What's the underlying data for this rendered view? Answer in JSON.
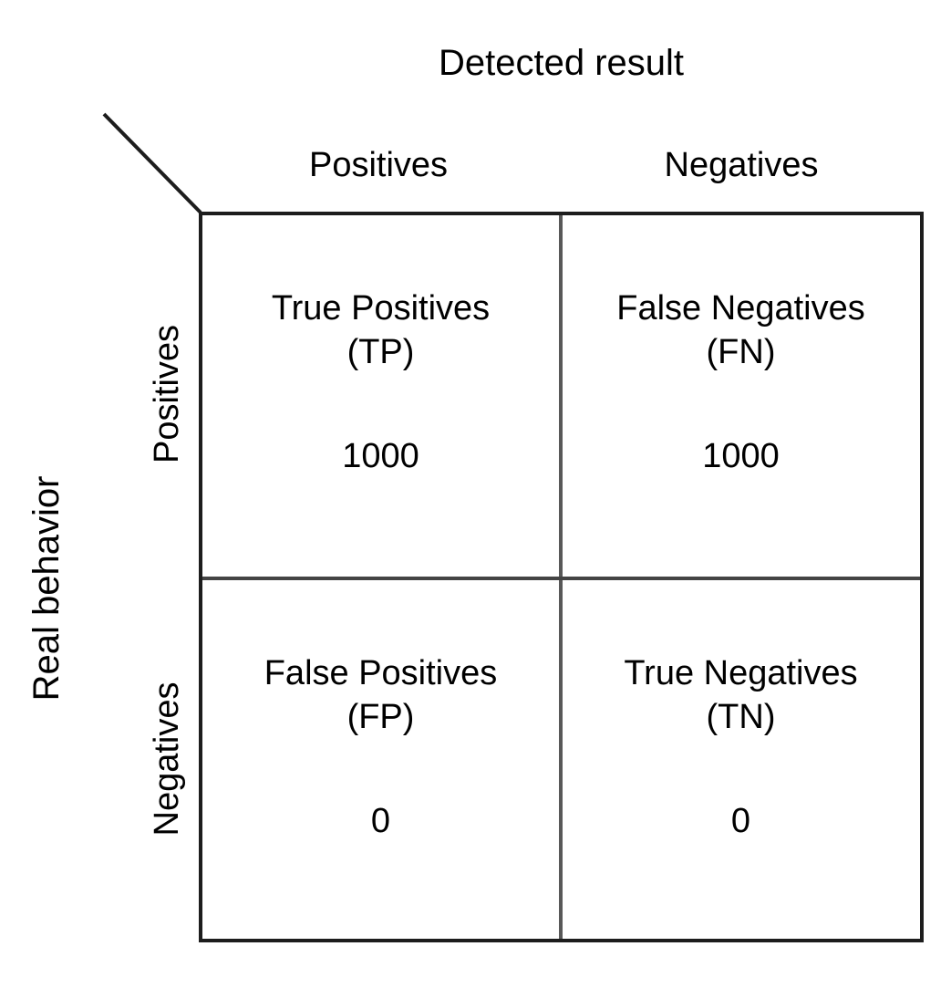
{
  "title": "Detected result",
  "row_axis_title": "Real behavior",
  "column_headers": [
    "Positives",
    "Negatives"
  ],
  "row_headers": [
    "Positives",
    "Negatives"
  ],
  "cells": [
    {
      "label": "True Positives",
      "abbr": "(TP)",
      "value": "1000"
    },
    {
      "label": "False Negatives",
      "abbr": "(FN)",
      "value": "1000"
    },
    {
      "label": "False Positives",
      "abbr": "(FP)",
      "value": "0"
    },
    {
      "label": "True Negatives",
      "abbr": "(TN)",
      "value": "0"
    }
  ],
  "colors": {
    "outer_border": "#1d1d1d",
    "inner_divider": "#585858",
    "text": "#000000",
    "background": "#ffffff"
  },
  "chart_data": {
    "type": "table",
    "title": "Detected result",
    "xlabel": "Detected result",
    "ylabel": "Real behavior",
    "categories": [
      "Positives",
      "Negatives"
    ],
    "row_categories": [
      "Positives",
      "Negatives"
    ],
    "column_categories": [
      "Positives",
      "Negatives"
    ],
    "matrix": [
      [
        1000,
        1000
      ],
      [
        0,
        0
      ]
    ],
    "cell_names": [
      [
        "True Positives (TP)",
        "False Negatives (FN)"
      ],
      [
        "False Positives (FP)",
        "True Negatives (TN)"
      ]
    ],
    "grid": true,
    "legend": "none"
  }
}
